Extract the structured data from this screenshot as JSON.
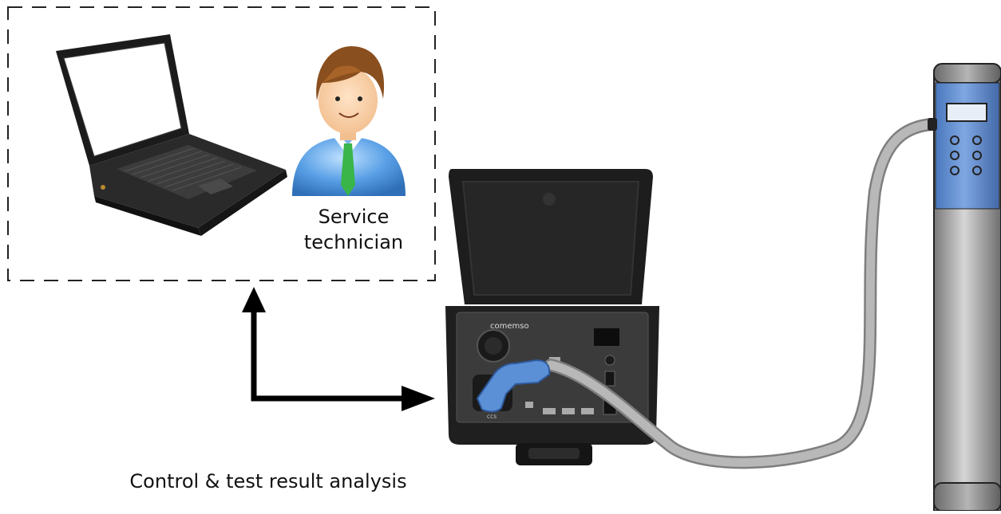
{
  "labels": {
    "service_line1": "Service",
    "service_line2": "technician",
    "control": "Control & test result analysis"
  },
  "device": {
    "brand_text": "comemso",
    "port_label": "CCS"
  },
  "colors": {
    "accent_blue": "#5b8fd6",
    "case_black": "#1f1f1f",
    "panel_dark": "#3a3a3a",
    "cable_gray": "#a6a6a6",
    "pole_gray": "#9a9a9a",
    "tie_green": "#39b54a"
  }
}
